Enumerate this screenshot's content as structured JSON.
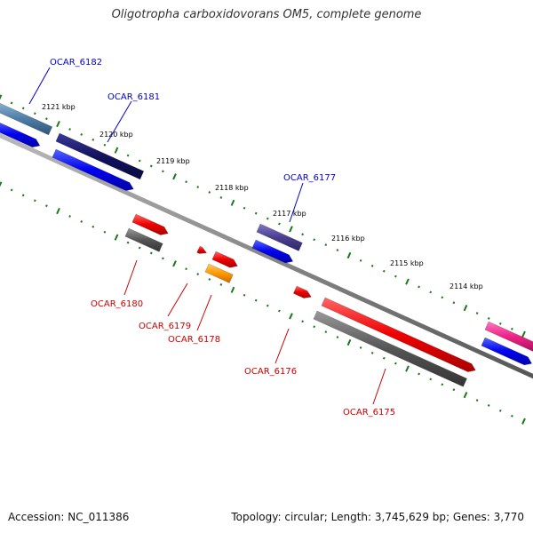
{
  "header": {
    "title": "Oligotropha carboxidovorans OM5, complete genome"
  },
  "footer": {
    "accession": "Accession: NC_011386",
    "summary": "Topology: circular; Length: 3,745,629 bp; Genes: 3,770"
  },
  "colors": {
    "forward_label": "#0000cc",
    "reverse_label": "#cc0000",
    "tick": "#1a7a1a",
    "backbone": "#888888",
    "cds_forward": "#0000ee",
    "cds_reverse": "#ee0000",
    "gene_forward": "#1a1a6e",
    "gene_reverse": "#555555",
    "trna": "#ff9900",
    "steelblue": "#4f7fa8",
    "purple": "#4a3f8f",
    "pink": "#ee2288"
  },
  "scale": {
    "kbp_labels": [
      "2121 kbp",
      "2120 kbp",
      "2119 kbp",
      "2118 kbp",
      "2117 kbp",
      "2116 kbp",
      "2115 kbp",
      "2114 kbp"
    ]
  },
  "genes": {
    "forward": [
      "OCAR_6182",
      "OCAR_6181",
      "OCAR_6177"
    ],
    "reverse": [
      "OCAR_6180",
      "OCAR_6179",
      "OCAR_6178",
      "OCAR_6176",
      "OCAR_6175"
    ]
  }
}
